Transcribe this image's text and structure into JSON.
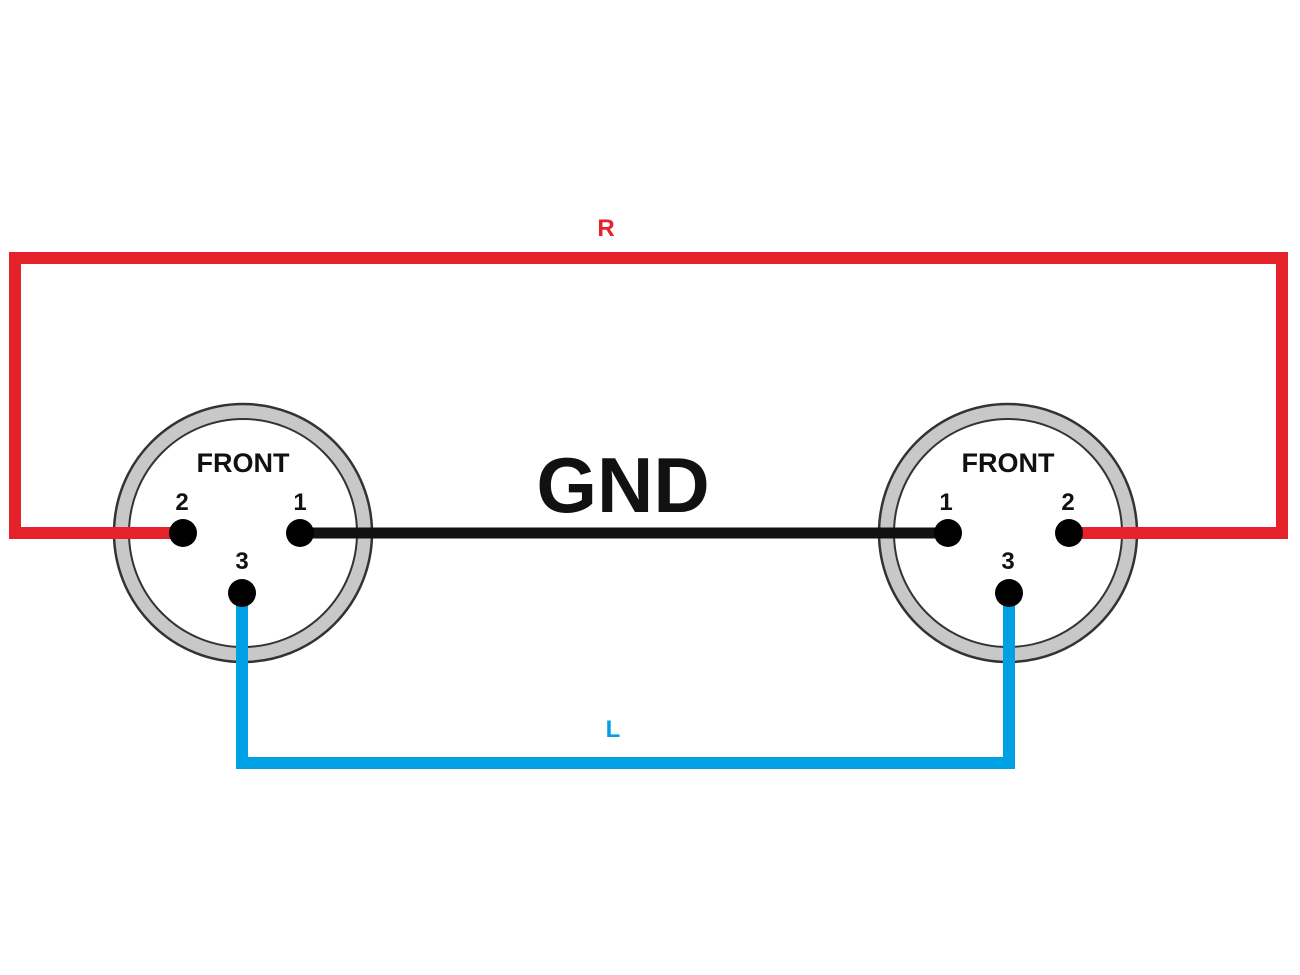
{
  "colors": {
    "right_wire": "#e52229",
    "left_wire": "#00a1e4",
    "ground_wire": "#111111",
    "connector_ring": "#c8c8c8",
    "connector_outline": "#333333",
    "background": "#ffffff"
  },
  "wires": {
    "right": {
      "label": "R"
    },
    "left": {
      "label": "L"
    },
    "ground": {
      "label": "GND"
    }
  },
  "connectors": [
    {
      "face_label": "FRONT",
      "pins": [
        "1",
        "2",
        "3"
      ]
    },
    {
      "face_label": "FRONT",
      "pins": [
        "1",
        "2",
        "3"
      ]
    }
  ]
}
